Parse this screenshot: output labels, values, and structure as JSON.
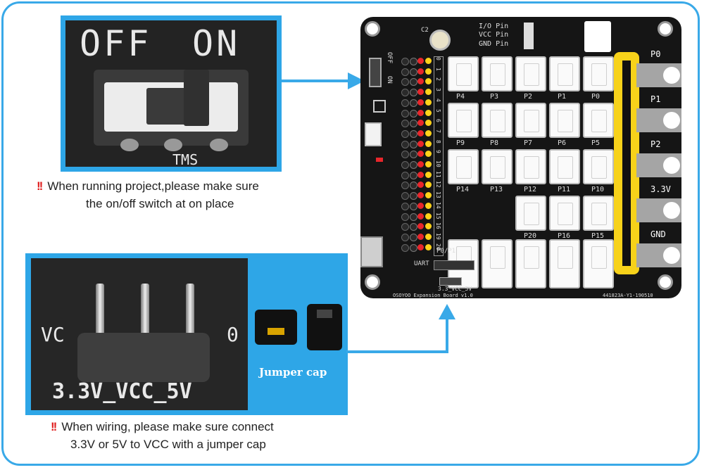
{
  "switch_callout": {
    "off_label": "OFF",
    "on_label": "ON",
    "switch_part_label": "TMS"
  },
  "switch_note": {
    "marker": "!!",
    "line1": "When running project,please make sure",
    "line2": "the on/off switch at on place"
  },
  "jumper_callout": {
    "header_label": "3.3V_VCC_5V",
    "left_edge_label": "VC",
    "right_edge_label": "0",
    "jumper_caption": "Jumper cap"
  },
  "jumper_note": {
    "marker": "!!",
    "line1": "When wiring, please make sure connect",
    "line2": "3.3V or 5V to VCC  with a jumper cap"
  },
  "board": {
    "legend_io": "I/O Pin",
    "legend_vcc": "VCC Pin",
    "legend_gnd": "GND Pin",
    "cap_label": "C2",
    "onoff_off": "OFF",
    "onoff_on": "ON",
    "pin_numbers": [
      "0",
      "1",
      "2",
      "3",
      "4",
      "5",
      "6",
      "7",
      "8",
      "9",
      "10",
      "11",
      "12",
      "13",
      "14",
      "15",
      "16",
      "19",
      "20"
    ],
    "port_rows": [
      [
        "P4",
        "P3",
        "P2",
        "P1",
        "P0"
      ],
      [
        "P9",
        "P8",
        "P7",
        "P6",
        "P5"
      ],
      [
        "P14",
        "P13",
        "P12",
        "P11",
        "P10"
      ],
      [
        "P20",
        "P16",
        "P15"
      ]
    ],
    "edge_pads": [
      "P0",
      "P1",
      "P2",
      "3.3V",
      "GND"
    ],
    "uart_label": "UART",
    "p0p1_label": "P0/P1",
    "jumper_label": "3.3_VCC_5V",
    "footer": "OSOYOO Expansion Board v1.0",
    "serial": "441823A-Y1-190510",
    "row_colors": {
      "io": "#ffd21a",
      "vcc": "#e8262b",
      "gnd": "#2a2a2a"
    }
  },
  "colors": {
    "accent": "#39a9e8",
    "warning": "#e02020",
    "highlight": "#f7d21a"
  }
}
